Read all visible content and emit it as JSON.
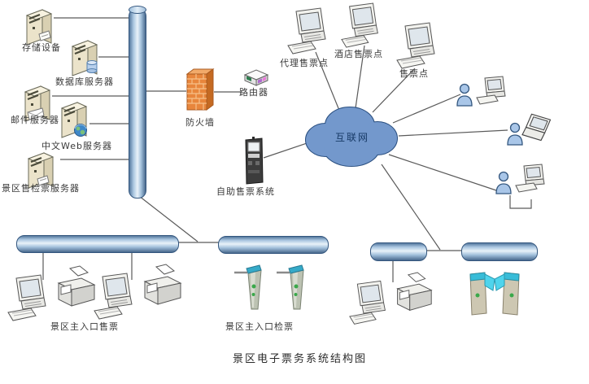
{
  "diagram_title": "景区电子票务系统结构图",
  "servers": [
    {
      "label": "存储设备"
    },
    {
      "label": "数据库服务器"
    },
    {
      "label": "邮件服务器"
    },
    {
      "label": "中文Web服务器"
    },
    {
      "label": "景区售检票服务器"
    }
  ],
  "network": {
    "firewall_label": "防火墙",
    "router_label": "路由器",
    "internet_label": "互联网"
  },
  "remote_sites": [
    {
      "label": "代理售票点"
    },
    {
      "label": "酒店售票点"
    },
    {
      "label": "售票点"
    }
  ],
  "kiosk_label": "自助售票系统",
  "entrance_ticketing_label": "景区主入口售票",
  "entrance_checking_label": "景区主入口检票",
  "colors": {
    "cloud_fill": "#7398cc",
    "bus_fill": "#a9c6e0",
    "firewall_fill": "#e8863c",
    "wire": "#5a5a5a"
  }
}
